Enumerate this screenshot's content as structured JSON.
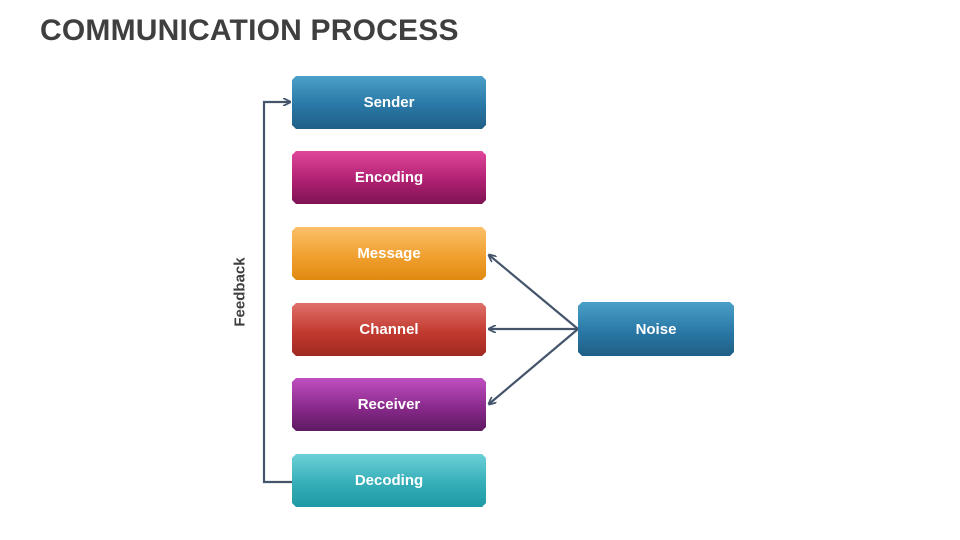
{
  "title": "COMMUNICATION PROCESS",
  "steps": [
    {
      "label": "Sender",
      "color": "#2a78a6"
    },
    {
      "label": "Encoding",
      "color": "#b02072"
    },
    {
      "label": "Message",
      "color": "#f0a030"
    },
    {
      "label": "Channel",
      "color": "#c23a30"
    },
    {
      "label": "Receiver",
      "color": "#8a2a8c"
    },
    {
      "label": "Decoding",
      "color": "#35aeb8"
    }
  ],
  "noise": {
    "label": "Noise",
    "color": "#2a78a6"
  },
  "feedback_label": "Feedback",
  "connector_color": "#44546a"
}
